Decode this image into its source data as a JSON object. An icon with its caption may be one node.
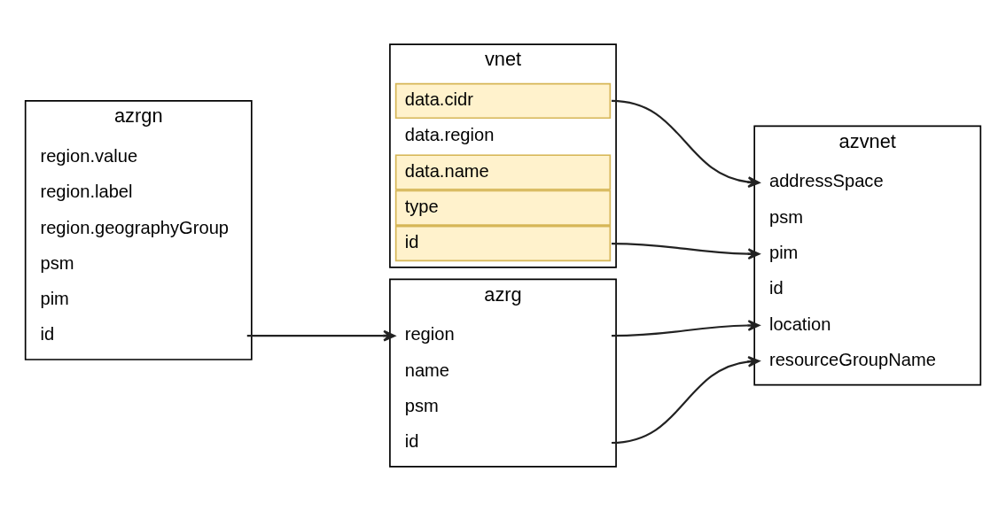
{
  "diagram": {
    "nodes": [
      {
        "text": [
          "vnet"
        ]
      },
      {
        "text": [
          "id"
        ],
        "in": 0
      },
      {
        "text": [
          "type"
        ],
        "in": 0
      },
      {
        "text": [
          "data.name"
        ],
        "in": 0
      },
      {
        "text": [
          "data.region"
        ],
        "in": 0
      },
      {
        "text": [
          "data.cidr"
        ],
        "in": 0
      },
      {
        "text": [
          "azvnet"
        ]
      },
      {
        "text": [
          "id"
        ],
        "in": 6
      },
      {
        "text": [
          "pim"
        ],
        "in": 6
      },
      {
        "text": [
          "psm"
        ],
        "in": 6
      },
      {
        "text": [
          "addressSpace"
        ],
        "in": 6
      },
      {
        "text": [
          "resourceGroupName"
        ],
        "in": 6
      },
      {
        "text": [
          "location"
        ],
        "in": 6
      },
      {
        "text": [
          "azrgn"
        ]
      },
      {
        "text": [
          "id"
        ],
        "in": 13
      },
      {
        "text": [
          "pim"
        ],
        "in": 13
      },
      {
        "text": [
          "psm"
        ],
        "in": 13
      },
      {
        "text": [
          "region.geographyGroup"
        ],
        "in": 13
      },
      {
        "text": [
          "region.label"
        ],
        "in": 13
      },
      {
        "text": [
          "region.value"
        ],
        "in": 13
      },
      {
        "text": [
          "azrg"
        ]
      },
      {
        "text": [
          "id"
        ],
        "in": 20
      },
      {
        "text": [
          "psm"
        ],
        "in": 20
      },
      {
        "text": [
          "name"
        ],
        "in": 20
      },
      {
        "text": [
          "region"
        ],
        "in": 20
      }
    ],
    "edges": [
      {
        "from": 1,
        "to": 8,
        "arrow": "to"
      },
      {
        "from": 5,
        "to": 10,
        "arrow": "to"
      },
      {
        "from": 21,
        "to": 11,
        "arrow": "to"
      },
      {
        "from": 24,
        "to": 12,
        "arrow": "to"
      },
      {
        "from": 14,
        "to": 24,
        "arrow": "to"
      }
    ]
  }
}
